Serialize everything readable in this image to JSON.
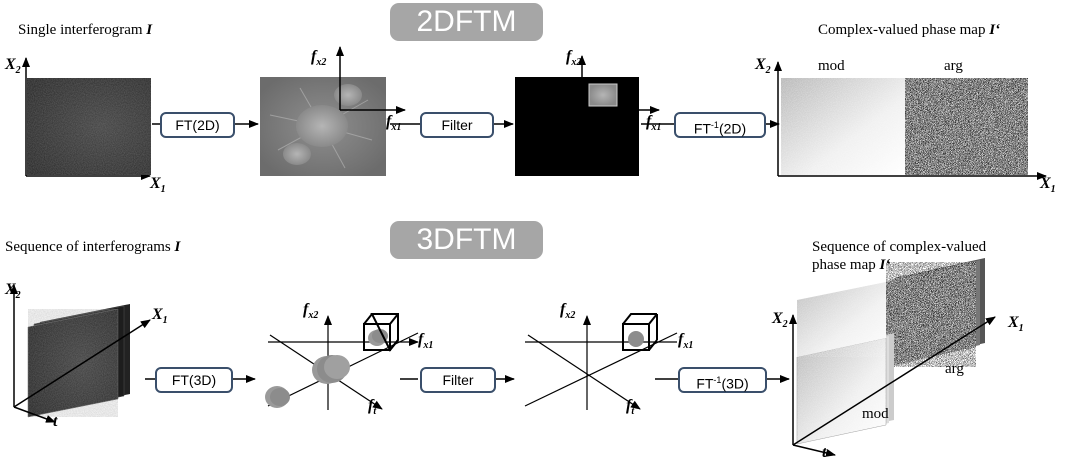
{
  "top": {
    "title": "2DFTM",
    "caption_input_text": "Single interferogram ",
    "caption_input_symbol": "I",
    "caption_output_text": "Complex-valued phase map ",
    "caption_output_symbol": "I‘",
    "ops": {
      "ft": "FT(2D)",
      "filter": "Filter",
      "ift_prefix": "FT",
      "ift_exp": "-1",
      "ift_suffix": "(2D)"
    },
    "labels": {
      "mod": "mod",
      "arg": "arg"
    }
  },
  "bottom": {
    "title": "3DFTM",
    "caption_input_text": "Sequence of interferograms ",
    "caption_input_symbol": "I",
    "caption_output_line1": "Sequence of complex-valued",
    "caption_output_line2_text": "phase map ",
    "caption_output_symbol": "I‘",
    "ops": {
      "ft": "FT(3D)",
      "filter": "Filter",
      "ift_prefix": "FT",
      "ift_exp": "-1",
      "ift_suffix": "(3D)"
    },
    "labels": {
      "mod": "mod",
      "arg": "arg"
    }
  },
  "axes": {
    "X": "X",
    "X1_sub": "1",
    "X2_sub": "2",
    "f": "f",
    "fx1_sub": "x1",
    "fx2_sub": "x2",
    "ft_sub": "t",
    "t": "t"
  },
  "colors": {
    "badge": "#a6a6a6",
    "box_border": "#3a4f6b",
    "spectrum_bg": "#7a7a7a",
    "lobe": "#9a9a9a",
    "filtered_bg": "#000000",
    "blob": "#8c8c8c"
  }
}
